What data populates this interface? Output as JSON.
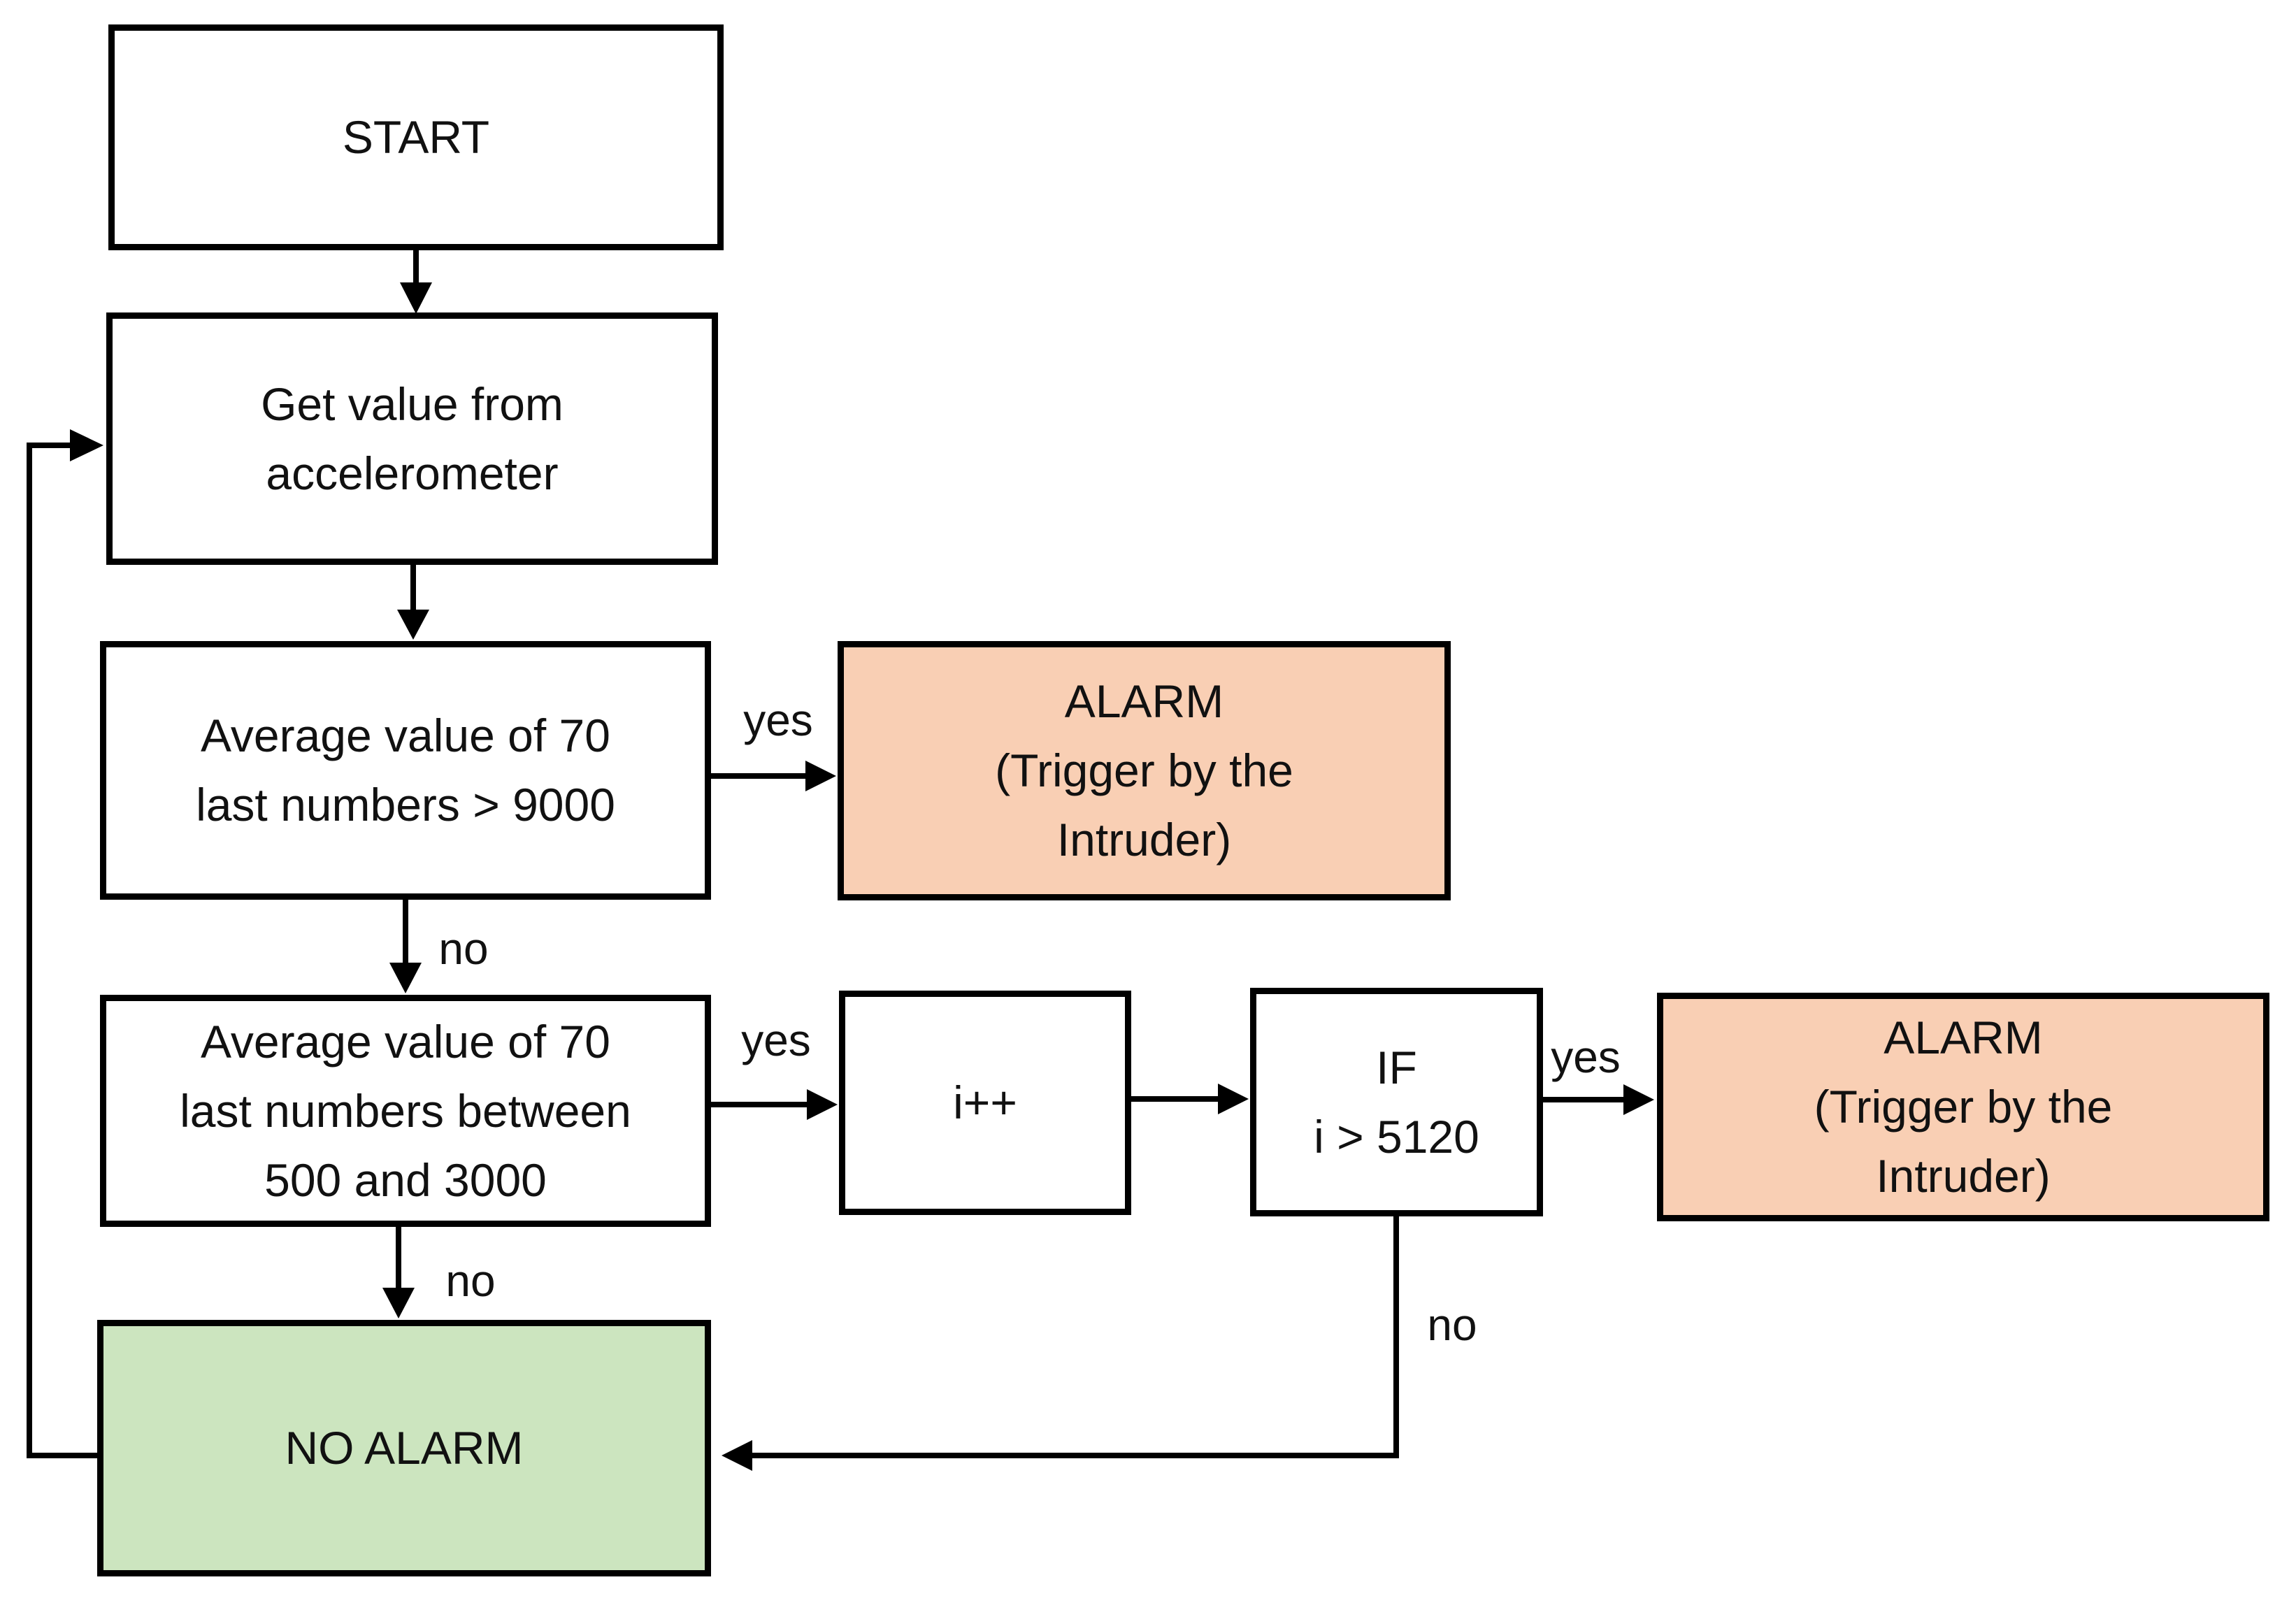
{
  "colors": {
    "box_fill": "#FFFFFF",
    "alarm_fill": "#F9CFB4",
    "no_alarm_fill": "#CCE5BF",
    "line": "#000000",
    "text": "#111111",
    "background": "#FFFFFF"
  },
  "nodes": {
    "start": {
      "label": "START"
    },
    "get_value": {
      "label": "Get value from\naccelerometer"
    },
    "avg_gt_9000": {
      "label": "Average value of 70\nlast numbers > 9000"
    },
    "alarm_top": {
      "label": "ALARM\n(Trigger by the\nIntruder)"
    },
    "avg_between": {
      "label": "Average value of 70\nlast numbers between\n500 and 3000"
    },
    "increment": {
      "label": "i++"
    },
    "if_check": {
      "label": "IF\ni > 5120"
    },
    "alarm_right": {
      "label": "ALARM\n(Trigger by the\nIntruder)"
    },
    "no_alarm": {
      "label": "NO ALARM"
    }
  },
  "edge_labels": {
    "avg9000_yes": "yes",
    "avg9000_no": "no",
    "between_yes": "yes",
    "between_no": "no",
    "if_yes": "yes",
    "if_no": "no"
  }
}
